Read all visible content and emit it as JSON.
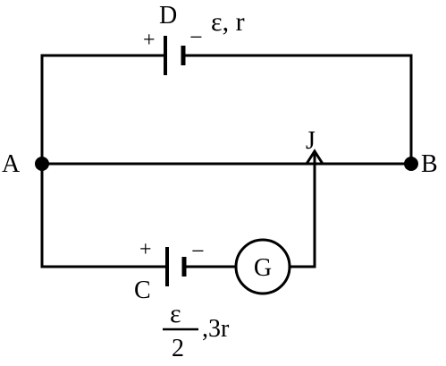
{
  "labels": {
    "point_a": "A",
    "point_b": "B",
    "jockey": "J",
    "cell_d": "D",
    "cell_c": "C",
    "galvanometer": "G"
  },
  "cell_d": {
    "emf_resistance": "ε, r",
    "positive_sign": "+",
    "negative_sign": "−"
  },
  "cell_c": {
    "emf_numerator": "ε",
    "emf_denominator": "2",
    "resistance_text": ",3r",
    "positive_sign": "+",
    "negative_sign": "−"
  },
  "colors": {
    "wire": "#000000",
    "background": "#ffffff"
  }
}
